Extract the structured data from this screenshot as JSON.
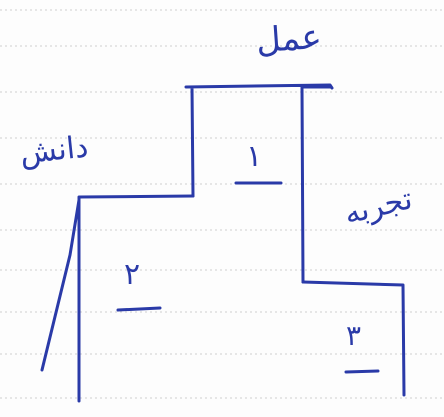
{
  "podium": {
    "top_label": "عمل",
    "left_label": "دانش",
    "right_label": "تجربه",
    "place_first": "۱",
    "place_second": "۲",
    "place_third": "۳"
  },
  "colors": {
    "ink": "#2a3aa8",
    "paper": "#fdfdfd",
    "rule": "#c9c9c9"
  }
}
